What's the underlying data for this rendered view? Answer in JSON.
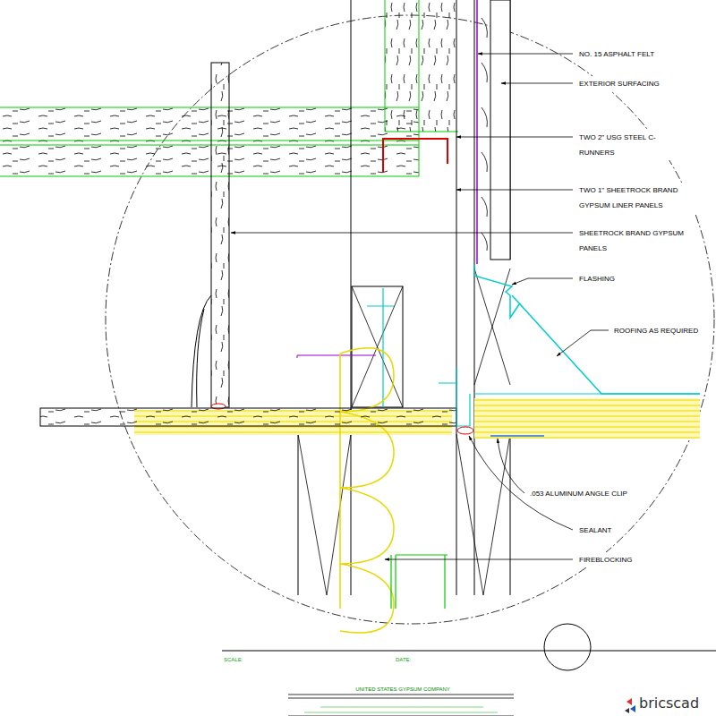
{
  "diagram": {
    "labels": [
      "NO. 15 ASPHALT FELT",
      "EXTERIOR SURFACING",
      "TWO 2\" USG STEEL C-RUNNERS",
      "TWO 1\" SHEETROCK BRAND GYPSUM LINER PANELS",
      "SHEETROCK BRAND GYPSUM PANELS",
      "FLASHING",
      "ROOFING AS REQUIRED",
      ".053 ALUMINUM ANGLE CLIP",
      "SEALANT",
      "FIREBLOCKING",
      "SCALE:",
      "DATE:",
      "UNITED STATES GYPSUM COMPANY",
      "bricscad"
    ]
  }
}
